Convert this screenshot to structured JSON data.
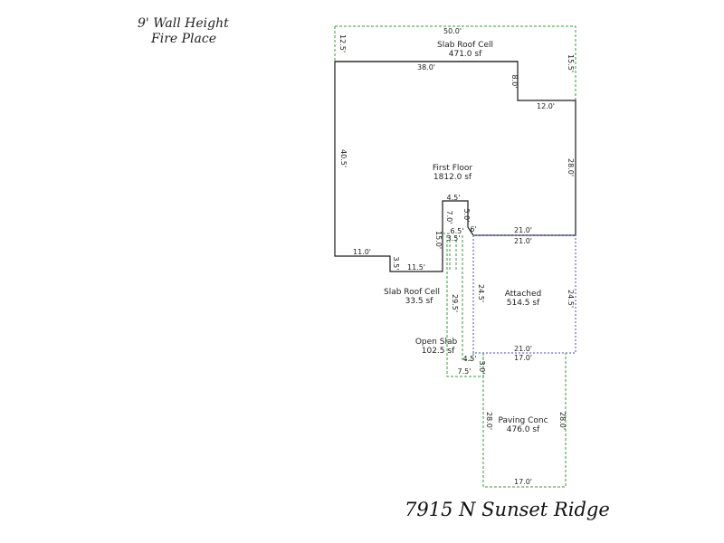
{
  "notes": {
    "wall_height": "9' Wall Height",
    "fire_place": "Fire Place"
  },
  "address": "7915 N Sunset Ridge",
  "colors": {
    "walls": "#1a1a1a",
    "green": "#3a9a3a",
    "blue": "#4b4bb0"
  },
  "areas": {
    "slab_roof_top": {
      "name": "Slab Roof Cell",
      "size": "471.0 sf"
    },
    "first_floor": {
      "name": "First Floor",
      "size": "1812.0 sf"
    },
    "slab_roof_left": {
      "name": "Slab Roof Cell",
      "size": "33.5 sf"
    },
    "attached": {
      "name": "Attached",
      "size": "514.5 sf"
    },
    "open_slab": {
      "name": "Open Slab",
      "size": "102.5 sf"
    },
    "paving": {
      "name": "Paving Conc",
      "size": "476.0 sf"
    }
  },
  "dims": {
    "top_outer": "50.0'",
    "top_left": "12.5'",
    "top_right": "15.5'",
    "main_top": "38.0'",
    "step_8": "8.0'",
    "step_12": "12.0'",
    "left_wall": "40.5'",
    "right_wall": "28.0'",
    "bottom_11": "11.0'",
    "jog": "3.5'",
    "bottom_11_5": "11.5'",
    "inner_15": "15.0'",
    "inner_7": "7.0'",
    "inner_4_5": "4.5'",
    "inner_5": "5.0'",
    "inner_6": "6'",
    "inner_6_5": "6.5'",
    "inner_3_5": "3.5'",
    "garage_top": "21.0'",
    "garage_top2": "21.0'",
    "garage_left": "24.5'",
    "garage_right": "24.5'",
    "garage_bottom": "21.0'",
    "open_left": "29.5'",
    "open_4_5": "4.5'",
    "open_3": "3.0'",
    "open_bottom": "7.5'",
    "pave_top": "17.0'",
    "pave_left": "28.0'",
    "pave_right": "28.0'",
    "pave_bottom": "17.0'"
  }
}
